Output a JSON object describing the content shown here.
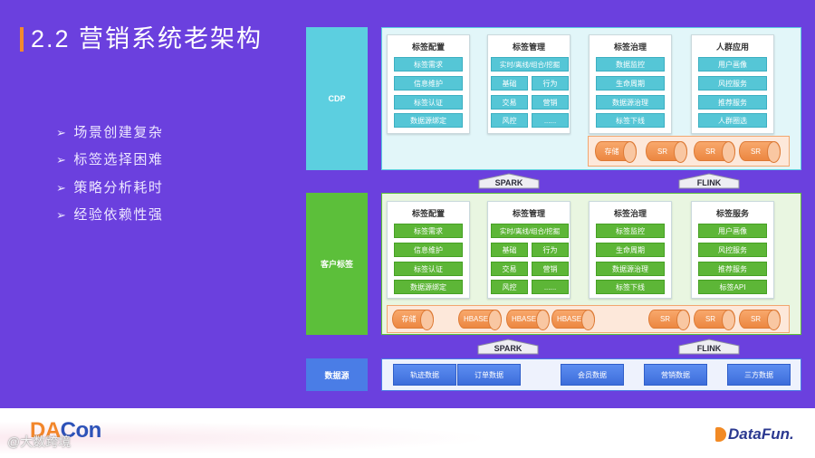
{
  "colors": {
    "background": "#6b40de",
    "title_accent": "#f28a2e",
    "cdp": "#5ccfe0",
    "tag_layer": "#5cbf3a",
    "data_source": "#4a7de6",
    "storage": "#f49b5d"
  },
  "slide": {
    "title": "2.2 营销系统老架构",
    "bullet_glyph": "➢",
    "bullets": [
      "场景创建复杂",
      "标签选择困难",
      "策略分析耗时",
      "经验依赖性强"
    ]
  },
  "cdp": {
    "label": "CDP",
    "columns": [
      {
        "header": "标签配置",
        "items": [
          "标签需求",
          "信息维护",
          "标签认证",
          "数据源绑定"
        ]
      },
      {
        "header": "标签管理",
        "items": [
          "实时/离线/组合/挖掘",
          "基础",
          "行为",
          "交易",
          "营销",
          "风控",
          "......"
        ]
      },
      {
        "header": "标签治理",
        "items": [
          "数据监控",
          "生命周期",
          "数据源治理",
          "标签下线"
        ]
      },
      {
        "header": "人群应用",
        "items": [
          "用户画像",
          "风控服务",
          "推荐服务",
          "人群圈选"
        ]
      }
    ],
    "storage": [
      "存储",
      "SR",
      "SR",
      "SR"
    ]
  },
  "upper_links": [
    "SPARK",
    "FLINK"
  ],
  "tag": {
    "label": "客户标签",
    "columns": [
      {
        "header": "标签配置",
        "items": [
          "标签需求",
          "信息维护",
          "标签认证",
          "数据源绑定"
        ]
      },
      {
        "header": "标签管理",
        "items": [
          "实时/离线/组合/挖掘",
          "基础",
          "行为",
          "交易",
          "营销",
          "风控",
          "......"
        ]
      },
      {
        "header": "标签治理",
        "items": [
          "标签监控",
          "生命周期",
          "数据源治理",
          "标签下线"
        ]
      },
      {
        "header": "标签服务",
        "items": [
          "用户画像",
          "风控服务",
          "推荐服务",
          "标签API"
        ]
      }
    ],
    "storage": [
      "存储",
      "HBASE",
      "HBASE",
      "HBASE",
      "SR",
      "SR",
      "SR"
    ]
  },
  "lower_links": [
    "SPARK",
    "FLINK"
  ],
  "source": {
    "label": "数据源",
    "items": [
      "轨迹数据",
      "订单数据",
      "会员数据",
      "营销数据",
      "三方数据"
    ]
  },
  "footer": {
    "logo_left": {
      "part1": "DA",
      "part2": "Con"
    },
    "watermark": "@大数跨境",
    "logo_right": "DataFun."
  }
}
